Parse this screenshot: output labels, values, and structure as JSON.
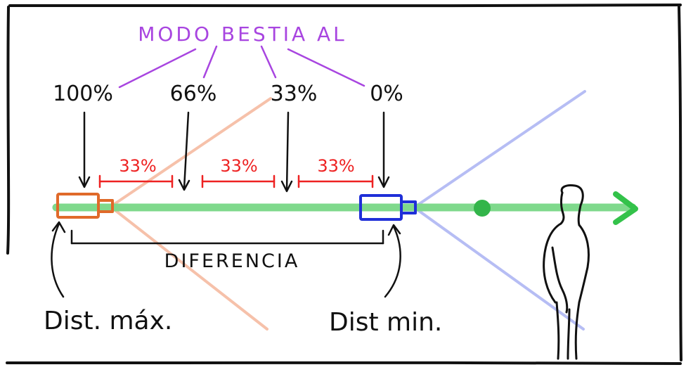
{
  "title": "MODO BESTIA AL",
  "percent_labels": [
    "100%",
    "66%",
    "33%",
    "0%"
  ],
  "segment_labels": [
    "33%",
    "33%",
    "33%"
  ],
  "difference_label": "DIFERENCIA",
  "max_distance_label": "Dist. máx.",
  "min_distance_label": "Dist min.",
  "colors": {
    "title": "#a845e0",
    "ink": "#111111",
    "segments": "#ee2222",
    "axis": "#33c24a",
    "camera_far": "#e06a2a",
    "camera_near": "#1f2fd8",
    "cone_far": "#f6c1aa",
    "cone_near": "#b6bdf4"
  },
  "icons": {
    "far_camera": "orange-camera-icon",
    "near_camera": "blue-camera-icon",
    "target": "green-dot-icon",
    "character": "standing-figure-icon"
  }
}
